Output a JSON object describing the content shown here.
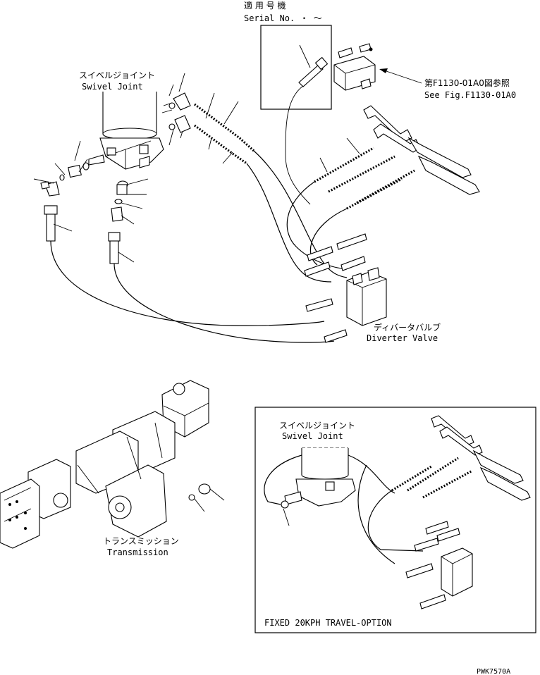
{
  "serial_note": {
    "jp": "適 用 号 機",
    "en": "Serial No.  ・  ～"
  },
  "reference_note": {
    "jp": "第F1130-01A0図参照",
    "en": "See Fig.F1130-01A0"
  },
  "swivel_joint": {
    "jp": "スイベルジョイント",
    "en": "Swivel Joint"
  },
  "diverter_valve": {
    "jp": "ディバータバルブ",
    "en": "Diverter Valve"
  },
  "transmission": {
    "jp": "トランスミッション",
    "en": "Transmission"
  },
  "option_panel": {
    "swivel_jp": "スイベルジョイント",
    "swivel_en": "Swivel Joint",
    "caption": "FIXED 20KPH TRAVEL-OPTION"
  },
  "drawing_code": "PWK7570A"
}
